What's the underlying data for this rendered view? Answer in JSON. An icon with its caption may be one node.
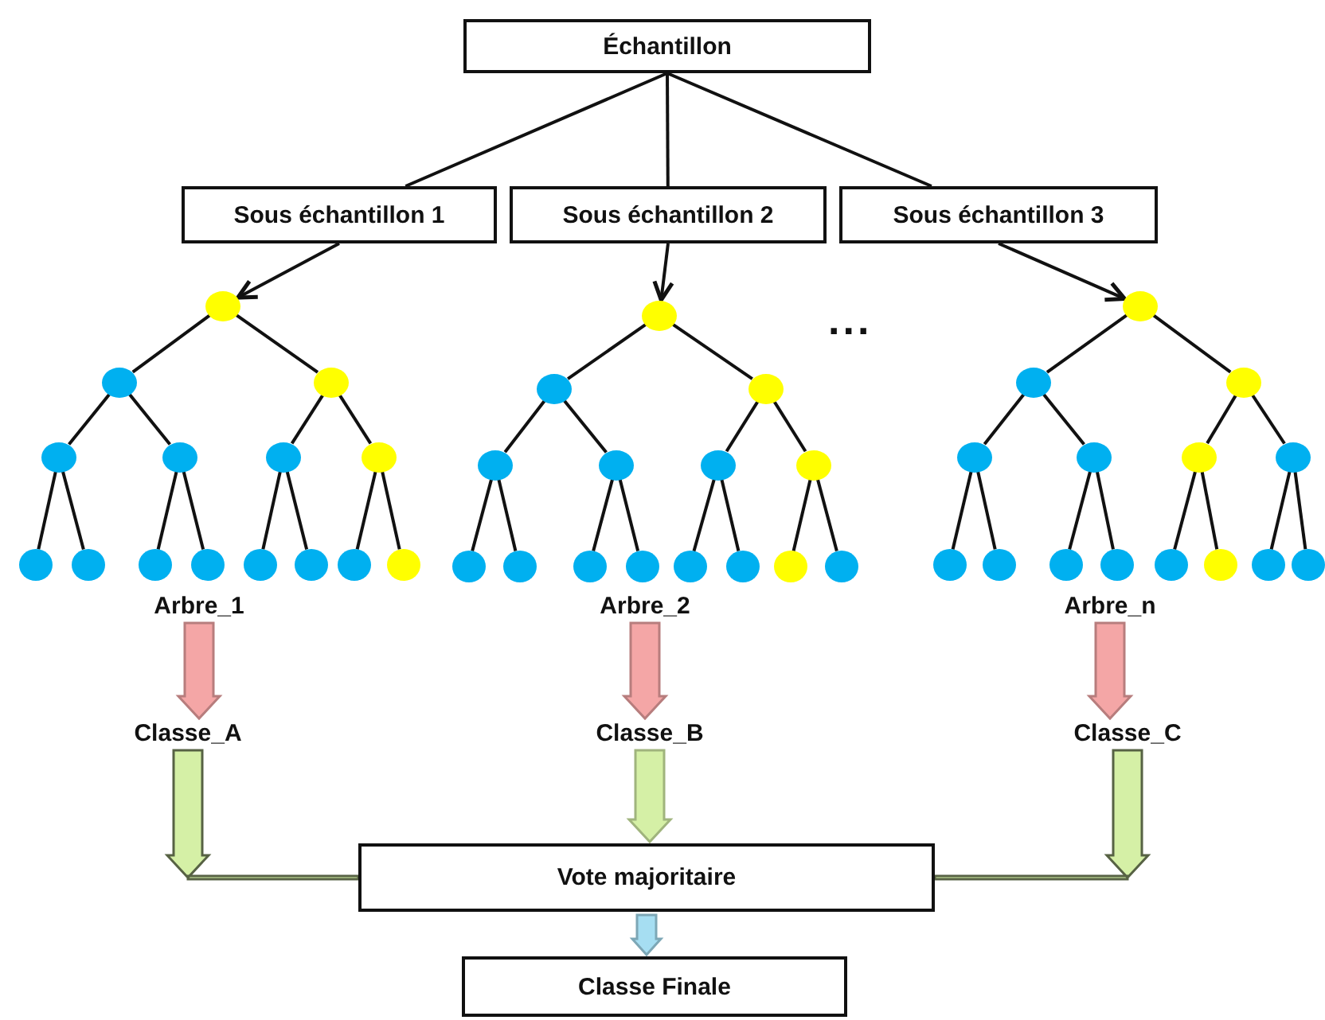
{
  "diagram": {
    "nodes": [
      {
        "text": [
          "Échantillon"
        ]
      },
      {
        "text": [
          "Sous échantillon 1"
        ]
      },
      {
        "text": [
          "Sous échantillon 2"
        ]
      },
      {
        "text": [
          "Sous échantillon 3"
        ]
      },
      {
        "text": [],
        "shape": "circle"
      },
      {
        "text": [],
        "shape": "circle"
      },
      {
        "text": [],
        "shape": "circle"
      },
      {
        "text": [],
        "shape": "circle"
      },
      {
        "text": [],
        "shape": "circle"
      },
      {
        "text": [],
        "shape": "circle"
      },
      {
        "text": [],
        "shape": "circle"
      },
      {
        "text": [],
        "shape": "circle"
      },
      {
        "text": [],
        "shape": "circle"
      },
      {
        "text": [],
        "shape": "circle"
      },
      {
        "text": [],
        "shape": "circle"
      },
      {
        "text": [],
        "shape": "circle"
      },
      {
        "text": [],
        "shape": "circle"
      },
      {
        "text": [],
        "shape": "circle"
      },
      {
        "text": [],
        "shape": "circle"
      },
      {
        "text": [],
        "shape": "circle"
      },
      {
        "text": [],
        "shape": "circle"
      },
      {
        "text": [],
        "shape": "circle"
      },
      {
        "text": [],
        "shape": "circle"
      },
      {
        "text": [],
        "shape": "circle"
      },
      {
        "text": [],
        "shape": "circle"
      },
      {
        "text": [],
        "shape": "circle"
      },
      {
        "text": [],
        "shape": "circle"
      },
      {
        "text": [],
        "shape": "circle"
      },
      {
        "text": [],
        "shape": "circle"
      },
      {
        "text": [],
        "shape": "circle"
      },
      {
        "text": [],
        "shape": "circle"
      },
      {
        "text": [],
        "shape": "circle"
      },
      {
        "text": [],
        "shape": "circle"
      },
      {
        "text": [],
        "shape": "circle"
      },
      {
        "text": [],
        "shape": "circle"
      },
      {
        "text": [],
        "shape": "circle"
      },
      {
        "text": [],
        "shape": "circle"
      },
      {
        "text": [],
        "shape": "circle"
      },
      {
        "text": [],
        "shape": "circle"
      },
      {
        "text": [],
        "shape": "circle"
      },
      {
        "text": [],
        "shape": "circle"
      },
      {
        "text": [],
        "shape": "circle"
      },
      {
        "text": [],
        "shape": "circle"
      },
      {
        "text": [],
        "shape": "circle"
      },
      {
        "text": [],
        "shape": "circle"
      },
      {
        "text": [],
        "shape": "circle"
      },
      {
        "text": [],
        "shape": "circle"
      },
      {
        "text": [],
        "shape": "circle"
      },
      {
        "text": [],
        "shape": "circle"
      },
      {
        "text": [
          "Arbre_1"
        ]
      },
      {
        "text": [
          "Arbre_2"
        ]
      },
      {
        "text": [
          "Arbre_n"
        ]
      },
      {
        "text": [
          "Classe_A"
        ]
      },
      {
        "text": [
          "Classe_B"
        ]
      },
      {
        "text": [
          "Classe_C"
        ]
      },
      {
        "text": [
          "Vote majoritaire"
        ]
      },
      {
        "text": [
          "Classe Finale"
        ]
      }
    ],
    "edges": [
      {
        "from": 0,
        "to": 1,
        "arrow": "none"
      },
      {
        "from": 0,
        "to": 2,
        "arrow": "none"
      },
      {
        "from": 0,
        "to": 3,
        "arrow": "none"
      },
      {
        "from": 1,
        "to": 4,
        "arrow": "to"
      },
      {
        "from": 2,
        "to": 19,
        "arrow": "to"
      },
      {
        "from": 3,
        "to": 34,
        "arrow": "to"
      },
      {
        "from": 4,
        "to": 5,
        "arrow": "none"
      },
      {
        "from": 4,
        "to": 6,
        "arrow": "none"
      },
      {
        "from": 5,
        "to": 7,
        "arrow": "none"
      },
      {
        "from": 5,
        "to": 8,
        "arrow": "none"
      },
      {
        "from": 6,
        "to": 9,
        "arrow": "none"
      },
      {
        "from": 6,
        "to": 10,
        "arrow": "none"
      },
      {
        "from": 7,
        "to": 11,
        "arrow": "none"
      },
      {
        "from": 7,
        "to": 12,
        "arrow": "none"
      },
      {
        "from": 8,
        "to": 13,
        "arrow": "none"
      },
      {
        "from": 8,
        "to": 14,
        "arrow": "none"
      },
      {
        "from": 9,
        "to": 15,
        "arrow": "none"
      },
      {
        "from": 9,
        "to": 16,
        "arrow": "none"
      },
      {
        "from": 10,
        "to": 17,
        "arrow": "none"
      },
      {
        "from": 10,
        "to": 18,
        "arrow": "none"
      },
      {
        "from": 19,
        "to": 20,
        "arrow": "none"
      },
      {
        "from": 19,
        "to": 21,
        "arrow": "none"
      },
      {
        "from": 20,
        "to": 22,
        "arrow": "none"
      },
      {
        "from": 20,
        "to": 23,
        "arrow": "none"
      },
      {
        "from": 21,
        "to": 24,
        "arrow": "none"
      },
      {
        "from": 21,
        "to": 25,
        "arrow": "none"
      },
      {
        "from": 22,
        "to": 26,
        "arrow": "none"
      },
      {
        "from": 22,
        "to": 27,
        "arrow": "none"
      },
      {
        "from": 23,
        "to": 28,
        "arrow": "none"
      },
      {
        "from": 23,
        "to": 29,
        "arrow": "none"
      },
      {
        "from": 24,
        "to": 30,
        "arrow": "none"
      },
      {
        "from": 24,
        "to": 31,
        "arrow": "none"
      },
      {
        "from": 25,
        "to": 32,
        "arrow": "none"
      },
      {
        "from": 25,
        "to": 33,
        "arrow": "none"
      },
      {
        "from": 34,
        "to": 35,
        "arrow": "none"
      },
      {
        "from": 34,
        "to": 36,
        "arrow": "none"
      },
      {
        "from": 35,
        "to": 37,
        "arrow": "none"
      },
      {
        "from": 35,
        "to": 38,
        "arrow": "none"
      },
      {
        "from": 36,
        "to": 39,
        "arrow": "none"
      },
      {
        "from": 36,
        "to": 40,
        "arrow": "none"
      },
      {
        "from": 37,
        "to": 41,
        "arrow": "none"
      },
      {
        "from": 37,
        "to": 42,
        "arrow": "none"
      },
      {
        "from": 38,
        "to": 43,
        "arrow": "none"
      },
      {
        "from": 38,
        "to": 44,
        "arrow": "none"
      },
      {
        "from": 39,
        "to": 45,
        "arrow": "none"
      },
      {
        "from": 39,
        "to": 46,
        "arrow": "none"
      },
      {
        "from": 40,
        "to": 47,
        "arrow": "none"
      },
      {
        "from": 40,
        "to": 48,
        "arrow": "none"
      },
      {
        "from": 49,
        "to": 52,
        "arrow": "to",
        "style": "thick",
        "color": "#f4a6a6"
      },
      {
        "from": 50,
        "to": 53,
        "arrow": "to",
        "style": "thick",
        "color": "#f4a6a6"
      },
      {
        "from": 51,
        "to": 54,
        "arrow": "to",
        "style": "thick",
        "color": "#f4a6a6"
      },
      {
        "from": 52,
        "to": 55,
        "arrow": "to",
        "style": "thick",
        "color": "#d5f0a6"
      },
      {
        "from": 53,
        "to": 55,
        "arrow": "to",
        "style": "thick",
        "color": "#d5f0a6"
      },
      {
        "from": 54,
        "to": 55,
        "arrow": "to",
        "style": "thick",
        "color": "#d5f0a6"
      },
      {
        "from": 55,
        "to": 56,
        "arrow": "to",
        "style": "thick",
        "color": "#a6def2"
      }
    ],
    "labels": [
      "..."
    ]
  }
}
